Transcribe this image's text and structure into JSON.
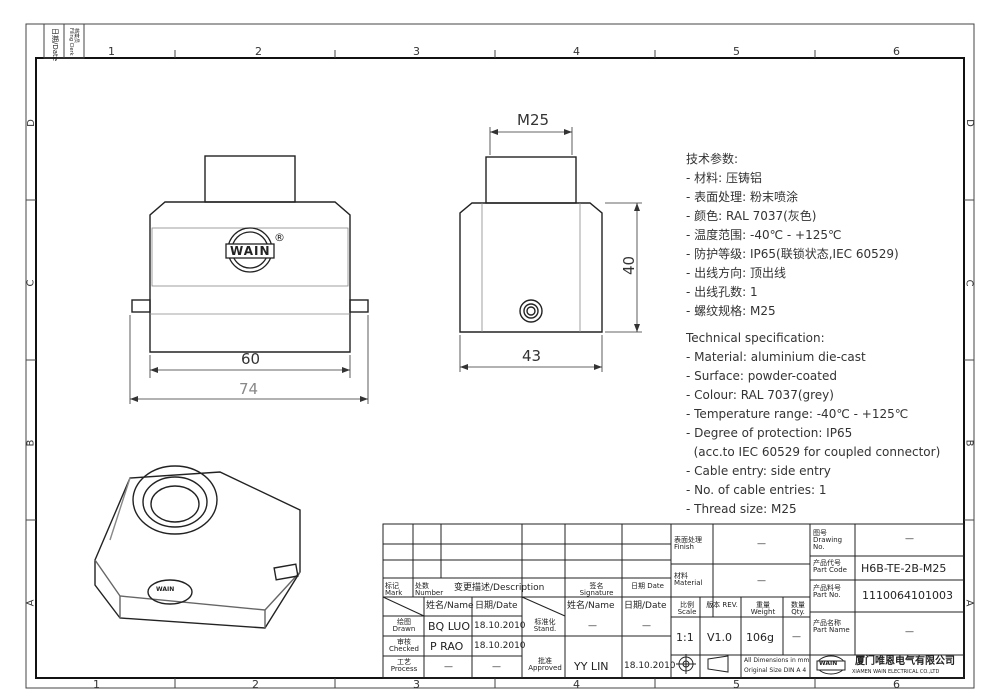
{
  "sheet": {
    "corner_labels": {
      "date": "日期/Date",
      "filing": "档案员 Filing Clerk"
    },
    "grid_columns": [
      "1",
      "2",
      "3",
      "4",
      "5",
      "6"
    ],
    "grid_rows": [
      "D",
      "C",
      "B",
      "A"
    ]
  },
  "logo": {
    "text": "WAIN",
    "registered": "®"
  },
  "dimensions": {
    "front_width": "60",
    "front_overall_width": "74",
    "side_width": "43",
    "side_height": "40",
    "thread": "M25"
  },
  "specs_cn": {
    "title": "技术参数:",
    "lines": [
      "- 材料: 压铸铝",
      "- 表面处理: 粉末喷涂",
      "- 颜色: RAL 7037(灰色)",
      "- 温度范围: -40℃ - +125℃",
      "- 防护等级: IP65(联锁状态,IEC 60529)",
      "- 出线方向: 顶出线",
      "- 出线孔数: 1",
      "- 螺纹规格: M25"
    ]
  },
  "specs_en": {
    "title": "Technical specification:",
    "lines": [
      "- Material: aluminium die-cast",
      "- Surface: powder-coated",
      "- Colour: RAL 7037(grey)",
      "- Temperature range: -40℃ - +125℃",
      "- Degree of protection: IP65",
      "  (acc.to IEC 60529 for coupled connector)",
      "- Cable entry: side entry",
      "- No. of cable entries: 1",
      "- Thread size: M25"
    ]
  },
  "title_block": {
    "rev_headers": {
      "mark": "标记 Mark",
      "number": "处数 Number",
      "description": "变更描述/Description",
      "signature": "签名 Signature",
      "date": "日期 Date"
    },
    "person_headers": {
      "name": "姓名/Name",
      "date": "日期/Date",
      "name2": "姓名/Name",
      "date2": "日期/Date"
    },
    "drawn": {
      "label": "绘图 Drawn",
      "name": "BQ LUO",
      "date": "18.10.2010"
    },
    "checked": {
      "label": "审核 Checked",
      "name": "P RAO",
      "date": "18.10.2010"
    },
    "process": {
      "label": "工艺 Process",
      "name": "—",
      "date": "—"
    },
    "stand": {
      "label": "标准化 Stand.",
      "name": "—",
      "date": "—"
    },
    "approved": {
      "label": "批准 Approved",
      "name": "YY LIN",
      "date": "18.10.2010"
    },
    "finish": {
      "label": "表面处理 Finish",
      "value": "—"
    },
    "material": {
      "label": "材料 Material",
      "value": "—"
    },
    "scale": {
      "label": "比例 Scale",
      "value": "1:1"
    },
    "rev": {
      "label": "版本 REV.",
      "value": "V1.0"
    },
    "weight": {
      "label": "重量 Weight",
      "value": "106g"
    },
    "qty": {
      "label": "数量 Qty.",
      "value": "—"
    },
    "drawing_no": {
      "label": "图号 Drawing No.",
      "value": "—"
    },
    "part_code": {
      "label": "产品代号 Part Code",
      "value": "H6B-TE-2B-M25"
    },
    "part_no": {
      "label": "产品料号 Part No.",
      "value": "1110064101003"
    },
    "part_name": {
      "label": "产品名称 Part Name",
      "value": "—"
    },
    "units_note": "All Dimensions in mm",
    "size_note": "Original Size DIN A 4",
    "company_cn": "厦门唯恩电气有限公司",
    "company_en": "XIAMEN WAIN ELECTRICAL CO.,LTD"
  }
}
